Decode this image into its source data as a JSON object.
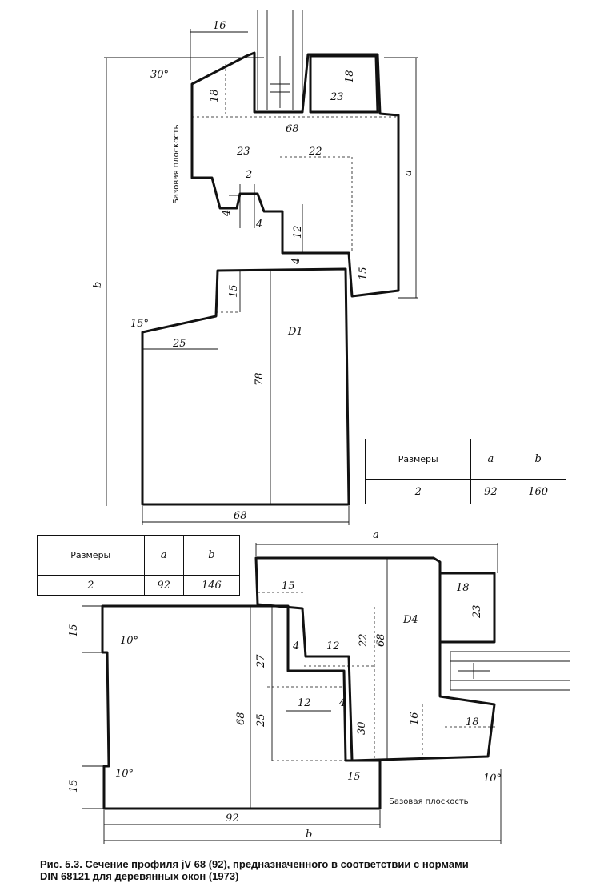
{
  "upper": {
    "dims": {
      "w16": "16",
      "w18_top": "18",
      "w23_top": "23",
      "w68_top": "68",
      "w23": "23",
      "w22": "22",
      "w2": "2",
      "w4a": "4",
      "w4b": "4",
      "h12": "12",
      "h4": "4",
      "h15_right": "15",
      "h15_left": "15",
      "w25": "25",
      "h78": "78",
      "w68_bottom": "68",
      "angle30": "30°",
      "angle15": "15°",
      "a": "a",
      "b": "b",
      "part": "D1",
      "h18_left": "18"
    },
    "base_plane_label": "Базовая плоскость",
    "table": {
      "h_label": "Размеры",
      "h_a": "a",
      "h_b": "b",
      "v_size": "2",
      "v_a": "92",
      "v_b": "160"
    }
  },
  "lower": {
    "dims": {
      "a": "a",
      "w15_top": "15",
      "w18_top": "18",
      "h23": "23",
      "part": "D4",
      "h15_left_top": "15",
      "angle10_top": "10°",
      "h27": "27",
      "w4a": "4",
      "w12a": "12",
      "h22": "22",
      "h68_mid": "68",
      "w12b": "12",
      "w4b": "4",
      "h25": "25",
      "h68_left": "68",
      "h30": "30",
      "h16": "16",
      "w18_bottom": "18",
      "angle10_left": "10°",
      "h15_left_bottom": "15",
      "w15_bottom": "15",
      "angle10_right": "10°",
      "w92": "92",
      "b": "b"
    },
    "base_plane_label": "Базовая плоскость",
    "table": {
      "h_label": "Размеры",
      "h_a": "a",
      "h_b": "b",
      "v_size": "2",
      "v_a": "92",
      "v_b": "146"
    }
  },
  "caption": {
    "line1": "Рис. 5.3. Сечение профиля jV 68 (92), предназначенного в соответствии с нормами",
    "line2": "DIN 68121 для деревянных окон (1973)"
  }
}
